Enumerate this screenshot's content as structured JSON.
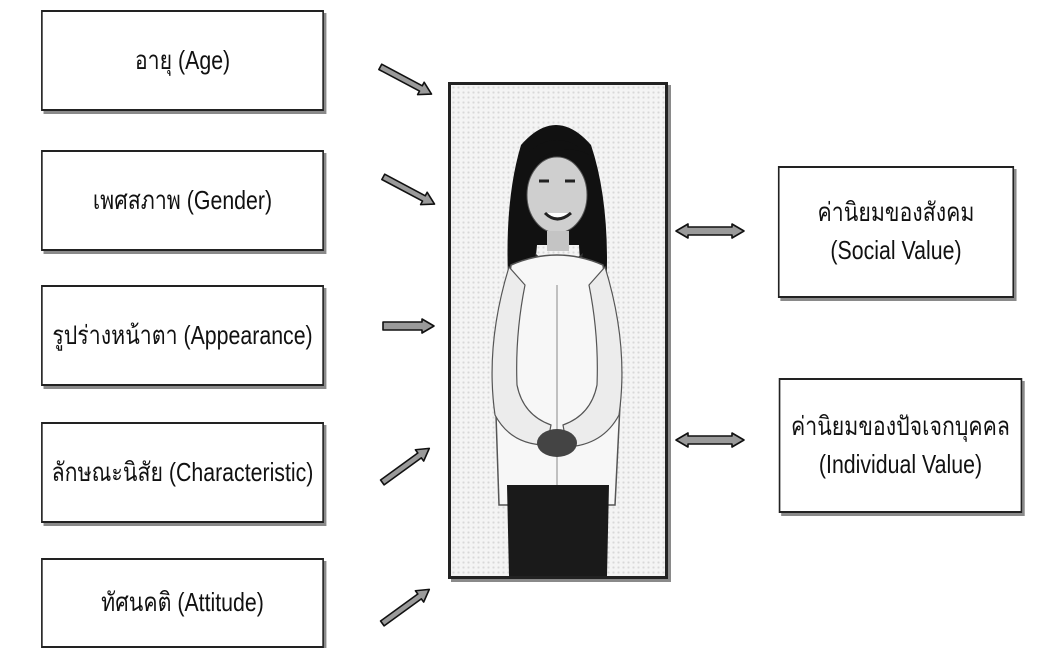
{
  "factors": [
    {
      "label": "อายุ (Age)"
    },
    {
      "label": "เพศสภาพ (Gender)"
    },
    {
      "label": "รูปร่างหน้าตา (Appearance)"
    },
    {
      "label": "ลักษณะนิสัย  (Characteristic)"
    },
    {
      "label": "ทัศนคติ (Attitude)"
    }
  ],
  "values": [
    {
      "line1": "ค่านิยมของสังคม",
      "line2": "(Social Value)"
    },
    {
      "line1": "ค่านิยมของปัจเจกบุคคล",
      "line2": "(Individual Value)"
    }
  ],
  "colors": {
    "arrow_fill": "#9a9a9a",
    "arrow_stroke": "#111111",
    "box_border": "#222222",
    "shadow": "#8a8a8a"
  },
  "photo": {
    "icon": "person-photo-icon"
  }
}
